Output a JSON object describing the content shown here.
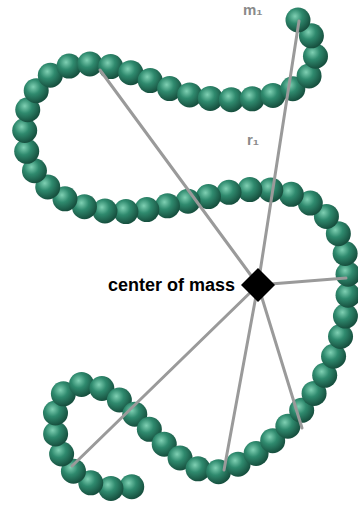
{
  "diagram": {
    "nodes": [
      {
        "text": [
          "center of mass"
        ]
      }
    ],
    "labels": [
      "m₁",
      "r₁"
    ]
  }
}
